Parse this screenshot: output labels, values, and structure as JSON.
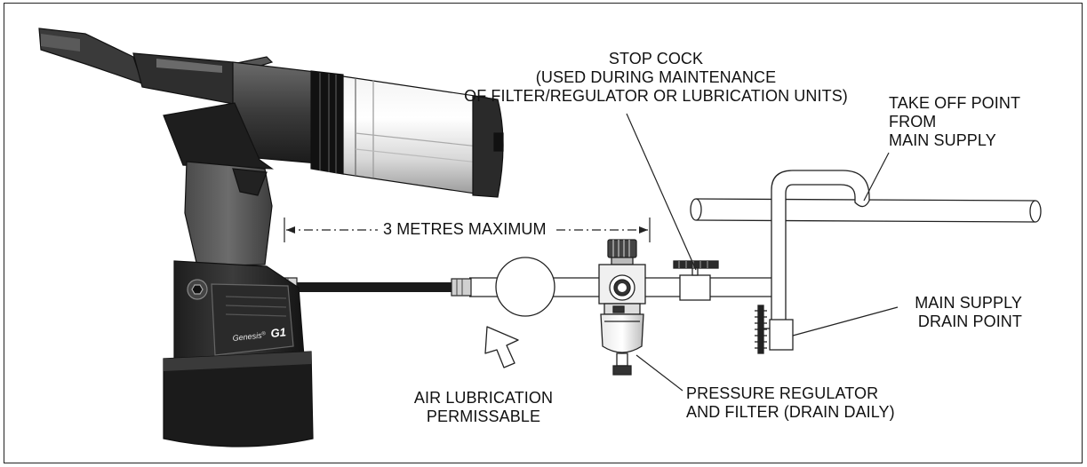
{
  "labels": {
    "stop_cock": [
      "STOP COCK",
      "(USED DURING MAINTENANCE",
      "OF FILTER/REGULATOR  OR LUBRICATION UNITS)"
    ],
    "take_off": [
      "TAKE OFF POINT",
      "FROM",
      "MAIN SUPPLY"
    ],
    "distance": "3 METRES MAXIMUM",
    "main_drain": [
      "MAIN SUPPLY",
      "DRAIN POINT"
    ],
    "air_lube": [
      "AIR LUBRICATION",
      "PERMISSABLE"
    ],
    "regulator": [
      "PRESSURE REGULATOR",
      "AND FILTER (DRAIN DAILY)"
    ]
  },
  "tool": {
    "brand": "Genesis",
    "brand_mark": "®",
    "model": "G1"
  }
}
